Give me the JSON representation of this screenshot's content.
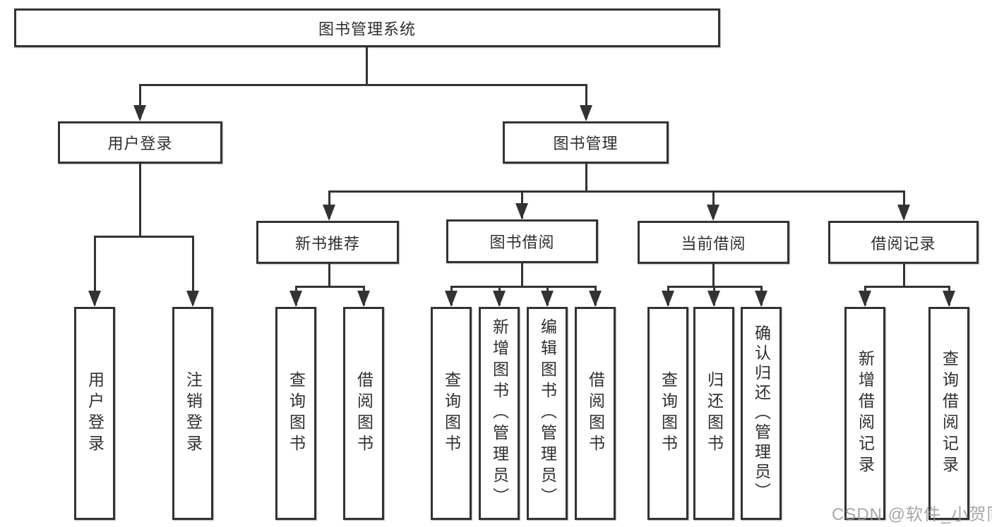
{
  "diagram": {
    "title": "图书管理系统",
    "nodes": {
      "root": {
        "label": "图书管理系统"
      },
      "userLogin": {
        "label": "用户登录"
      },
      "bookManagement": {
        "label": "图书管理"
      },
      "newBookRecommend": {
        "label": "新书推荐"
      },
      "bookBorrow": {
        "label": "图书借阅"
      },
      "currentBorrow": {
        "label": "当前借阅"
      },
      "borrowRecords": {
        "label": "借阅记录"
      },
      "leafUserLogin": {
        "label": "用户登录"
      },
      "leafLogout": {
        "label": "注销登录"
      },
      "leafNbQueryBooks": {
        "label": "查询图书"
      },
      "leafNbBorrowBooks": {
        "label": "借阅图书"
      },
      "leafBbQueryBooks": {
        "label": "查询图书"
      },
      "leafBbAddBooks": {
        "label": "新增图书（管理员）"
      },
      "leafBbEditBooks": {
        "label": "编辑图书（管理员）"
      },
      "leafBbBorrowBooks": {
        "label": "借阅图书"
      },
      "leafCbQueryBooks": {
        "label": "查询图书"
      },
      "leafCbReturnBooks": {
        "label": "归还图书"
      },
      "leafCbConfirmReturn": {
        "label": "确认归还（管理员）"
      },
      "leafBrAddRecord": {
        "label": "新增借阅记录"
      },
      "leafBrQueryRecord": {
        "label": "查询借阅记录"
      }
    },
    "colors": {
      "line": "#333333",
      "text": "#2f2f2f",
      "background": "#ffffff",
      "watermark_gray": "#949494"
    }
  },
  "watermark": {
    "text": "CSDN @软件_小贺同学"
  }
}
